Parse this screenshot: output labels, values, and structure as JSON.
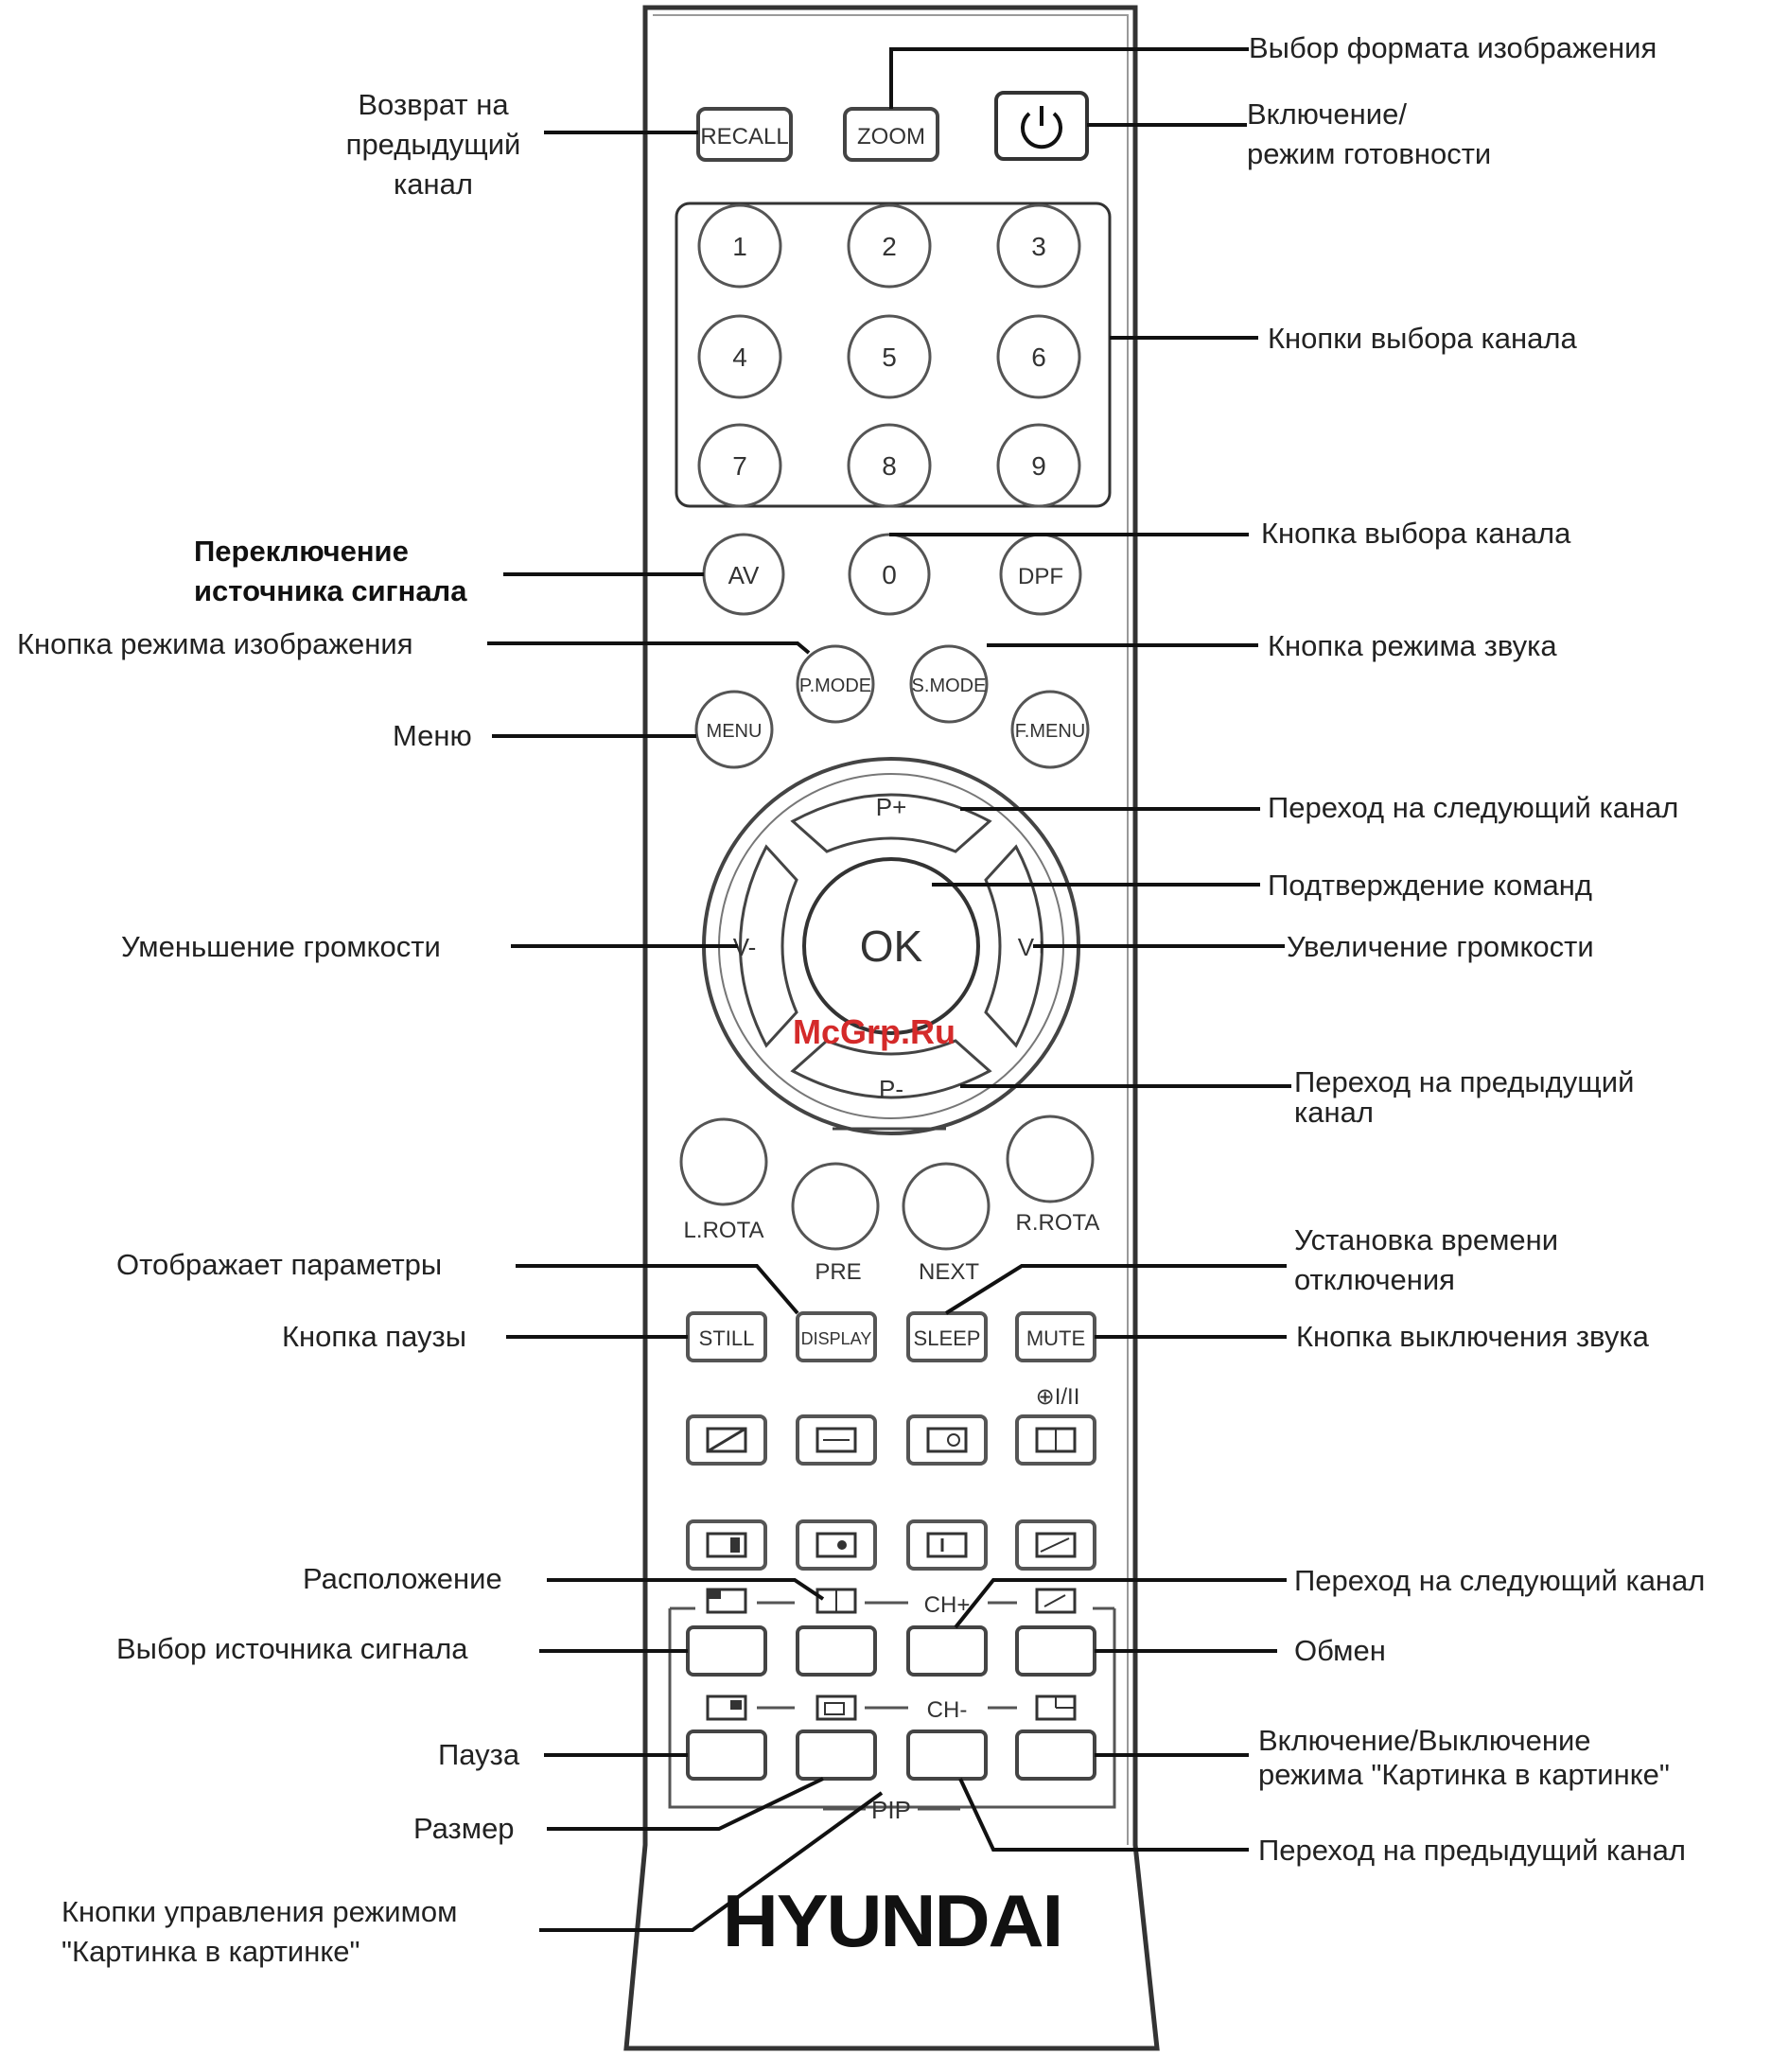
{
  "remote": {
    "brand": "HYUNDAI",
    "watermark": "McGrp.Ru",
    "buttons": {
      "recall": "RECALL",
      "zoom": "ZOOM",
      "power": "power-icon",
      "digits": [
        "1",
        "2",
        "3",
        "4",
        "5",
        "6",
        "7",
        "8",
        "9"
      ],
      "av": "AV",
      "zero": "0",
      "dpf": "DPF",
      "pmode": "P.MODE",
      "smode": "S.MODE",
      "menu": "MENU",
      "fmenu": "F.MENU",
      "p_plus": "P+",
      "p_minus": "P-",
      "v_minus": "V-",
      "v_plus": "V+",
      "ok": "OK",
      "lrota": "L.ROTA",
      "rrota": "R.ROTA",
      "pre": "PRE",
      "next": "NEXT",
      "still": "STILL",
      "display": "DISPLAY",
      "sleep": "SLEEP",
      "mute": "MUTE",
      "audio_mode": "⊕I/II",
      "ch_plus": "CH+",
      "ch_minus": "CH-",
      "pip": "PIP"
    }
  },
  "labels": {
    "recall": "Возврат на\nпредыдущий\nканал",
    "zoom": "Выбор формата изображения",
    "power": "Включение/\nрежим готовности",
    "digits": "Кнопки выбора канала",
    "av": "Переключение\nисточника сигнала",
    "zero": "Кнопка выбора канала",
    "pmode": "Кнопка режима изображения",
    "smode": "Кнопка режима звука",
    "menu": "Меню",
    "p_plus": "Переход на следующий канал",
    "ok": "Подтверждение команд",
    "v_minus": "Уменьшение громкости",
    "v_plus": "Увеличение громкости",
    "p_minus": "Переход на предыдущий\nканал",
    "display": "Отображает параметры",
    "sleep": "Установка времени\nотключения",
    "still": "Кнопка паузы",
    "mute": "Кнопка выключения звука",
    "position": "Расположение",
    "ch_plus": "Переход на следующий канал",
    "source": "Выбор источника сигнала",
    "swap": "Обмен",
    "pause": "Пауза",
    "pip_toggle": "Включение/Выключение\nрежима \"Картинка в картинке\"",
    "size": "Размер",
    "ch_minus": "Переход на предыдущий канал",
    "pip_buttons": "Кнопки управления режимом\n\"Картинка в картинке\""
  }
}
